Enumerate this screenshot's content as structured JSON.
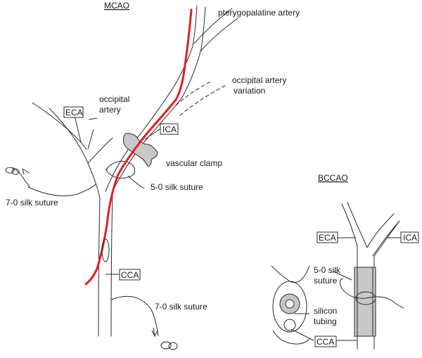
{
  "mcao": {
    "title": "MCAO",
    "labels": {
      "pterygopalatine": "pterygopalatine artery",
      "occipital_var_1": "occipital artery",
      "occipital_var_2": "variation",
      "occipital_1": "occipital",
      "occipital_2": "artery",
      "eca": "ECA",
      "ica": "ICA",
      "clamp": "vascular clamp",
      "silk5": "5-0 silk suture",
      "silk7_top": "7-0 silk suture",
      "cca": "CCA",
      "silk7_bottom": "7-0 silk suture"
    }
  },
  "bccao": {
    "title": "BCCAO",
    "labels": {
      "eca": "ECA",
      "ica": "ICA",
      "silk5_1": "5-0 silk",
      "silk5_2": "suture",
      "silicon_1": "silicon",
      "silicon_2": "tubing",
      "cca": "CCA"
    }
  },
  "colors": {
    "filament": "#e02020",
    "clamp": "#c8c8c8",
    "tubing": "#c8c8c8",
    "line": "#2a2a2a"
  }
}
